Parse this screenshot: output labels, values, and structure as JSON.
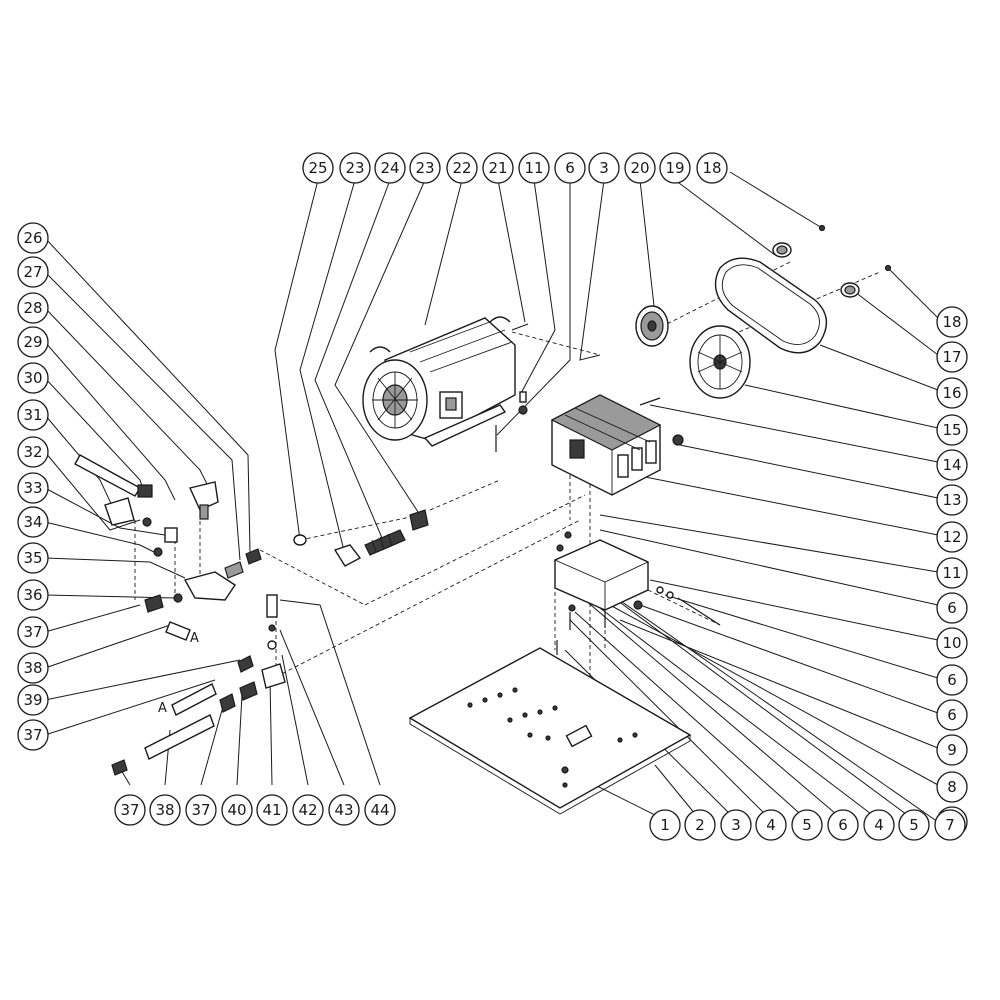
{
  "callouts": [
    {
      "id": "c25",
      "label": "25"
    },
    {
      "id": "c23a",
      "label": "23"
    },
    {
      "id": "c24",
      "label": "24"
    },
    {
      "id": "c23b",
      "label": "23"
    },
    {
      "id": "c22",
      "label": "22"
    },
    {
      "id": "c21",
      "label": "21"
    },
    {
      "id": "c11a",
      "label": "11"
    },
    {
      "id": "c6a",
      "label": "6"
    },
    {
      "id": "c3a",
      "label": "3"
    },
    {
      "id": "c20",
      "label": "20"
    },
    {
      "id": "c19",
      "label": "19"
    },
    {
      "id": "c18a",
      "label": "18"
    },
    {
      "id": "c18b",
      "label": "18"
    },
    {
      "id": "c17",
      "label": "17"
    },
    {
      "id": "c16",
      "label": "16"
    },
    {
      "id": "c15",
      "label": "15"
    },
    {
      "id": "c14",
      "label": "14"
    },
    {
      "id": "c13",
      "label": "13"
    },
    {
      "id": "c12",
      "label": "12"
    },
    {
      "id": "c11b",
      "label": "11"
    },
    {
      "id": "c6b",
      "label": "6"
    },
    {
      "id": "c10",
      "label": "10"
    },
    {
      "id": "c6c",
      "label": "6"
    },
    {
      "id": "c6d",
      "label": "6"
    },
    {
      "id": "c9",
      "label": "9"
    },
    {
      "id": "c8",
      "label": "8"
    },
    {
      "id": "c7",
      "label": "7"
    },
    {
      "id": "c26",
      "label": "26"
    },
    {
      "id": "c27",
      "label": "27"
    },
    {
      "id": "c28",
      "label": "28"
    },
    {
      "id": "c29",
      "label": "29"
    },
    {
      "id": "c30",
      "label": "30"
    },
    {
      "id": "c31",
      "label": "31"
    },
    {
      "id": "c32",
      "label": "32"
    },
    {
      "id": "c33",
      "label": "33"
    },
    {
      "id": "c34",
      "label": "34"
    },
    {
      "id": "c35",
      "label": "35"
    },
    {
      "id": "c36",
      "label": "36"
    },
    {
      "id": "c37a",
      "label": "37"
    },
    {
      "id": "c38a",
      "label": "38"
    },
    {
      "id": "c39",
      "label": "39"
    },
    {
      "id": "c37b",
      "label": "37"
    },
    {
      "id": "c37c",
      "label": "37"
    },
    {
      "id": "c38b",
      "label": "38"
    },
    {
      "id": "c37d",
      "label": "37"
    },
    {
      "id": "c40",
      "label": "40"
    },
    {
      "id": "c41",
      "label": "41"
    },
    {
      "id": "c42",
      "label": "42"
    },
    {
      "id": "c43",
      "label": "43"
    },
    {
      "id": "c44",
      "label": "44"
    },
    {
      "id": "c1",
      "label": "1"
    },
    {
      "id": "c2",
      "label": "2"
    },
    {
      "id": "c3b",
      "label": "3"
    },
    {
      "id": "c4a",
      "label": "4"
    },
    {
      "id": "c5a",
      "label": "5"
    },
    {
      "id": "c6e",
      "label": "6"
    },
    {
      "id": "c4b",
      "label": "4"
    },
    {
      "id": "c5b",
      "label": "5"
    },
    {
      "id": "c7b",
      "label": "7"
    }
  ],
  "reference_letters": {
    "upper": "A",
    "lower": "A"
  }
}
